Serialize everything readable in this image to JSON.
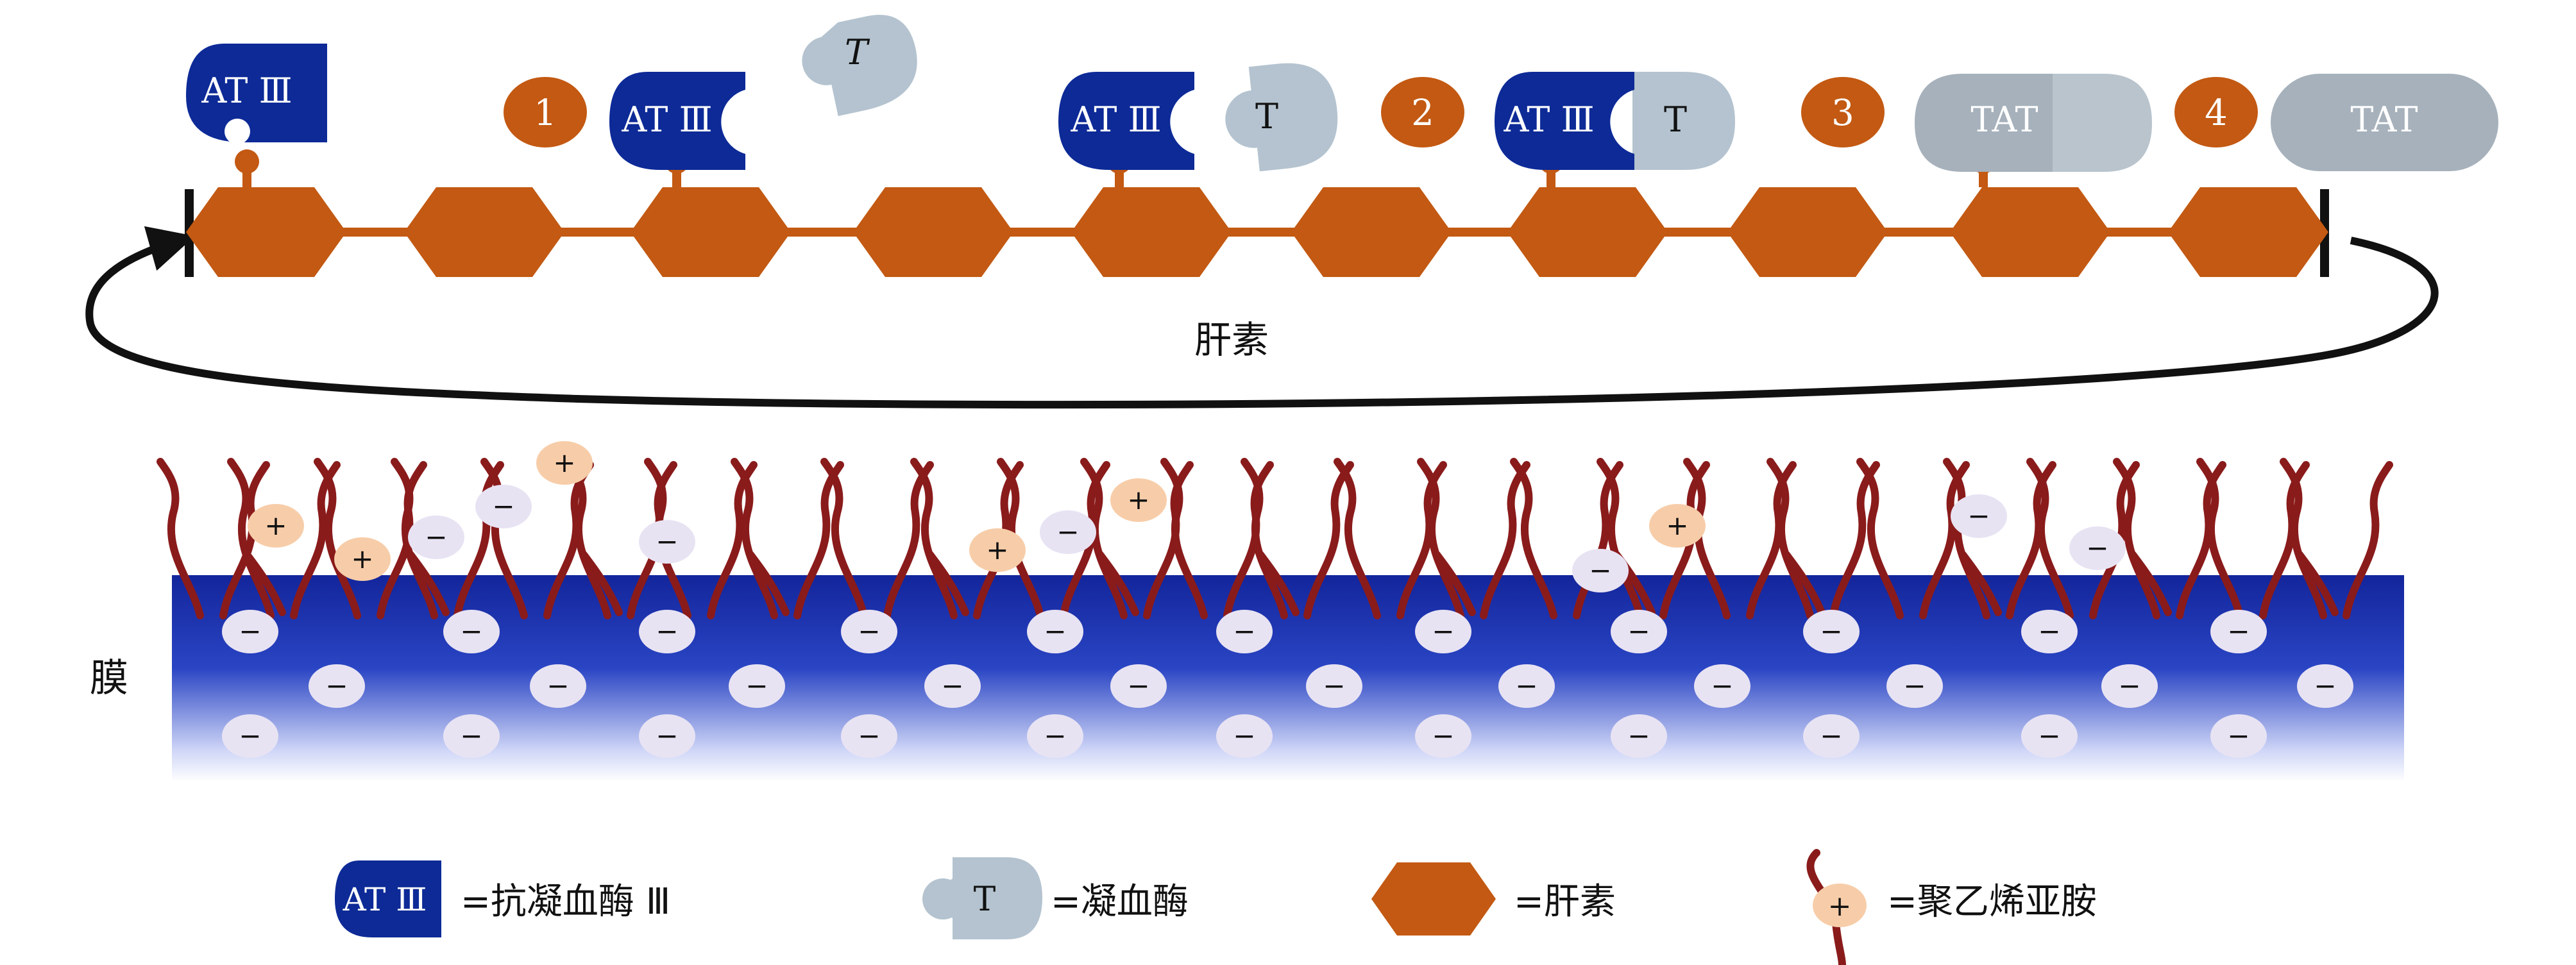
{
  "labels": {
    "heparin": "肝素",
    "membrane": "膜"
  },
  "steps": [
    "1",
    "2",
    "3",
    "4"
  ],
  "proteins": {
    "at3": "AT Ⅲ",
    "thrombin": "T",
    "tat": "TAT"
  },
  "legend": {
    "at3_symbol": "AT Ⅲ",
    "at3_text": "=抗凝血酶 Ⅲ",
    "thrombin_symbol": "T",
    "thrombin_text": "=凝血酶",
    "heparin_text": "=肝素",
    "pei_symbol": "+",
    "pei_text": "=聚乙烯亚胺"
  },
  "charges": {
    "plus": "+",
    "minus": "−"
  },
  "colors": {
    "at3": "#0d2a97",
    "thrombin": "#b4c3cf",
    "tat": "#a6b1bb",
    "heparin": "#c35912",
    "step_badge": "#c35912",
    "polymer": "#8a1b1b",
    "plus_ion": "#f7cda9",
    "minus_ion": "#e8e3f3",
    "membrane_top": "#13259b"
  }
}
